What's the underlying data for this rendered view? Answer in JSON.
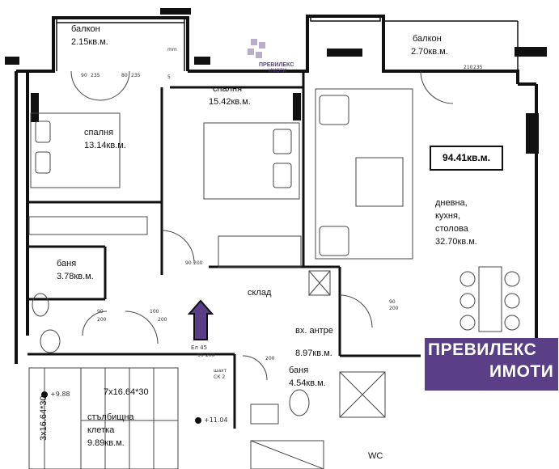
{
  "rooms": {
    "balcony_left": {
      "name": "балкон",
      "area": "2.15кв.м."
    },
    "balcony_right": {
      "name": "балкон",
      "area": "2.70кв.м."
    },
    "bedroom_left": {
      "name": "спалня",
      "area": "13.14кв.м."
    },
    "bedroom_center": {
      "name": "спалня",
      "area": "15.42кв.м."
    },
    "bathroom_left": {
      "name": "баня",
      "area": "3.78кв.м."
    },
    "storage": {
      "name": "склад"
    },
    "entrance": {
      "name": "вх. антре",
      "area": "8.97кв.м."
    },
    "bathroom_center": {
      "name": "баня",
      "area": "4.54кв.м."
    },
    "living": {
      "line1": "дневна,",
      "line2": "кухня,",
      "line3": "столова",
      "area": "32.70кв.м."
    },
    "stairwell": {
      "line1": "стълбищна",
      "line2": "клетка",
      "area": "9.89кв.м."
    },
    "wc": {
      "name": "WC"
    }
  },
  "total_area": "94.41кв.м.",
  "stair_spec": "7x16.64*30",
  "stair_spec_vertical": "3x16.64*30",
  "levels": {
    "upper": "+9.88",
    "lower": "+11.04"
  },
  "door_dims": {
    "d1": "90",
    "d2": "235",
    "d3": "80",
    "d4": "235",
    "d5": "mm",
    "d6": "5",
    "d7": "90",
    "d8": "200",
    "d9": "210",
    "d10": "235",
    "d11": "90",
    "d12": "200",
    "d13": "90",
    "d14": "200",
    "d15": "100",
    "d16": "200",
    "d17": "90",
    "d18": "200",
    "d19": "200"
  },
  "meter_labels": {
    "el": "Ел 45",
    "shaft": "шахт",
    "shaft2": "СК 2"
  },
  "logo": {
    "line1": "ПРЕВИЛЕКС",
    "line2": "ИМОТИ"
  },
  "watermark": {
    "line1": "ПРЕВИЛЕКС",
    "line2": "ИМОТИ"
  },
  "colors": {
    "brand": "#5b3f86",
    "wall": "#111111",
    "line": "#555555"
  }
}
